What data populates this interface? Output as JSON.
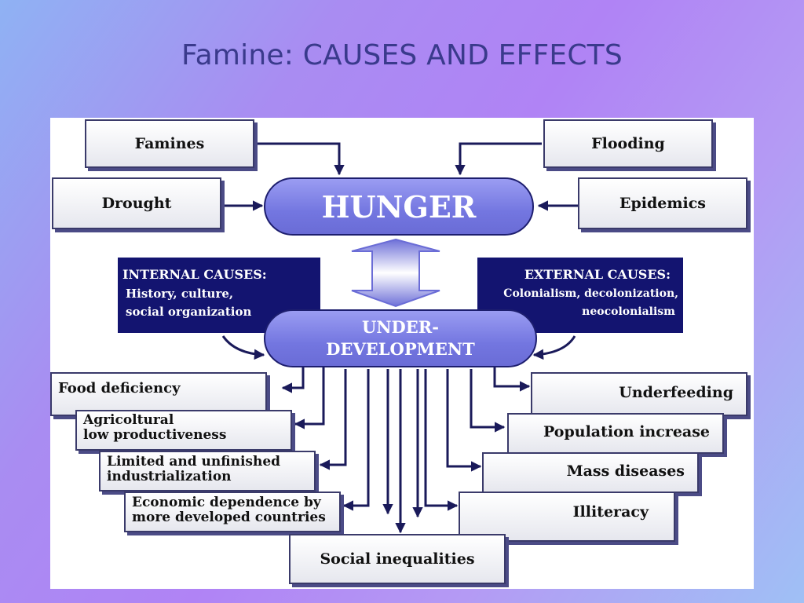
{
  "slide": {
    "title": "Famine: CAUSES AND EFFECTS"
  },
  "center": {
    "hunger": "HUNGER",
    "underdevelopment_line1": "UNDER-",
    "underdevelopment_line2": "DEVELOPMENT"
  },
  "hunger_causes": {
    "famines": "Famines",
    "flooding": "Flooding",
    "drought": "Drought",
    "epidemics": "Epidemics"
  },
  "internal_causes": {
    "title": "INTERNAL CAUSES:",
    "line1": "History, culture,",
    "line2": "social organization"
  },
  "external_causes": {
    "title": "EXTERNAL CAUSES:",
    "line1": "Colonialism, decolonization,",
    "line2": "neocolonialism"
  },
  "effects_left": {
    "food_deficiency": "Food deficiency",
    "agricultural_line1": "Agricoltural",
    "agricultural_line2": "low productiveness",
    "industrialization_line1": "Limited and unfinished",
    "industrialization_line2": "industrialization",
    "economic_line1": "Economic dependence by",
    "economic_line2": "more developed countries"
  },
  "effects_right": {
    "underfeeding": "Underfeeding",
    "population": "Population increase",
    "mass_diseases": "Mass diseases",
    "illiteracy": "Illiteracy"
  },
  "effects_bottom": {
    "social": "Social inequalities"
  },
  "colors": {
    "navy": "#131470",
    "pill_fill": "#7376e0",
    "title": "#3a3a8c"
  }
}
